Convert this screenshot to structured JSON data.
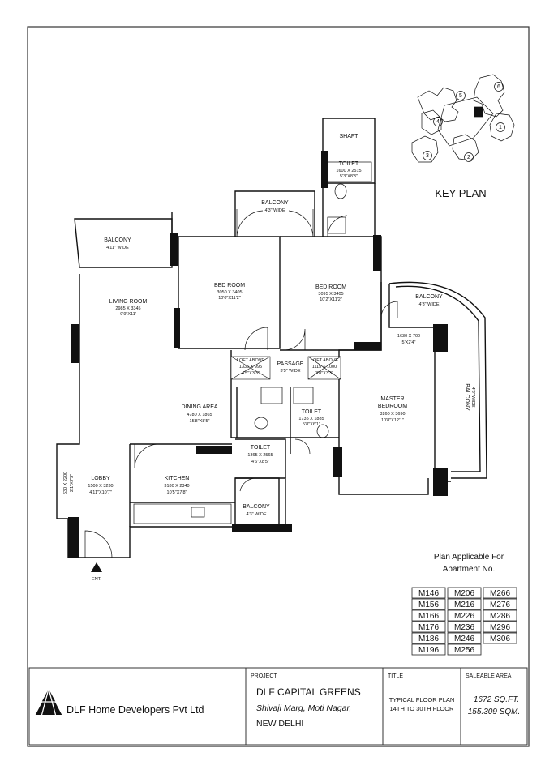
{
  "rooms": {
    "shaft": {
      "name": "SHAFT"
    },
    "toilet_top": {
      "name": "TOILET",
      "dim_mm": "1600 X 2515",
      "dim_ft": "5'3\"X8'3\""
    },
    "balcony_top": {
      "name": "BALCONY",
      "width": "4'3\" WIDE"
    },
    "balcony_left": {
      "name": "BALCONY",
      "width": "4'11\" WIDE"
    },
    "bedroom_1": {
      "name": "BED ROOM",
      "dim_mm": "3050 X 3405",
      "dim_ft": "10'0\"X11'2\""
    },
    "bedroom_2": {
      "name": "BED ROOM",
      "dim_mm": "3095 X 3405",
      "dim_ft": "10'2\"X11'2\""
    },
    "living_room": {
      "name": "LIVING ROOM",
      "dim_mm": "2985 X 3345",
      "dim_ft": "9'9\"X11'"
    },
    "balcony_right": {
      "name": "BALCONY",
      "width": "4'3\" WIDE"
    },
    "balcony_curved": {
      "name": "BALCONY",
      "width": "4'3\" WIDE"
    },
    "niche": {
      "dim_mm": "1630 X 700",
      "dim_ft": "5'X2'4\""
    },
    "loft_left": {
      "name": "LOFT ABOVE",
      "dim_mm": "1335 X 995",
      "dim_ft": "4'5\"X3'3\""
    },
    "passage": {
      "name": "PASSAGE",
      "width": "3'5\" WIDE"
    },
    "loft_right": {
      "name": "LOFT ABOVE",
      "dim_mm": "1115 X 1000",
      "dim_ft": "3'8\"X3'3\""
    },
    "dining_area": {
      "name": "DINING AREA",
      "dim_mm": "4780 X 1865",
      "dim_ft": "15'8\"X8'5\""
    },
    "toilet_mid": {
      "name": "TOILET",
      "dim_mm": "1735 X 1885",
      "dim_ft": "5'8\"X6'1\""
    },
    "master_bedroom": {
      "name_1": "MASTER",
      "name_2": "BEDROOM",
      "dim_mm": "3260 X 3690",
      "dim_ft": "10'8\"X12'1\""
    },
    "toilet_small": {
      "name": "TOILET",
      "dim_mm": "1365 X 2565",
      "dim_ft": "4'6\"X8'5\""
    },
    "lobby": {
      "name": "LOBBY",
      "dim_mm": "1500 X 3230",
      "dim_ft": "4'11\"X10'7\""
    },
    "store": {
      "dim_mm": "630 X 2200",
      "dim_ft": "2'1\"X7'3\""
    },
    "kitchen": {
      "name": "KITCHEN",
      "dim_mm": "3180 X 2340",
      "dim_ft": "10'5\"X7'8\""
    },
    "balcony_kitchen": {
      "name": "BALCONY",
      "width": "4'3\" WIDE"
    }
  },
  "entrance": "ENT.",
  "key_plan": {
    "title": "KEY PLAN",
    "tower_numbers": [
      "1",
      "2",
      "3",
      "4",
      "5",
      "6"
    ]
  },
  "applicability": {
    "line1": "Plan Applicable For",
    "line2": "Apartment No.",
    "apartments": [
      [
        "M146",
        "M206",
        "M266"
      ],
      [
        "M156",
        "M216",
        "M276"
      ],
      [
        "M166",
        "M226",
        "M286"
      ],
      [
        "M176",
        "M236",
        "M296"
      ],
      [
        "M186",
        "M246",
        "M306"
      ],
      [
        "M196",
        "M256",
        ""
      ]
    ]
  },
  "title_block": {
    "company": "DLF Home Developers Pvt Ltd",
    "project_label": "PROJECT",
    "project_name": "DLF CAPITAL GREENS",
    "address_1": "Shivaji Marg, Moti Nagar,",
    "address_2": "NEW DELHI",
    "title_label": "TITLE",
    "title_1": "TYPICAL FLOOR PLAN",
    "title_2": "14TH TO 30TH FLOOR",
    "area_label": "SALEABLE AREA",
    "area_sqft": "1672 SQ.FT.",
    "area_sqm": "155.309 SQM."
  }
}
